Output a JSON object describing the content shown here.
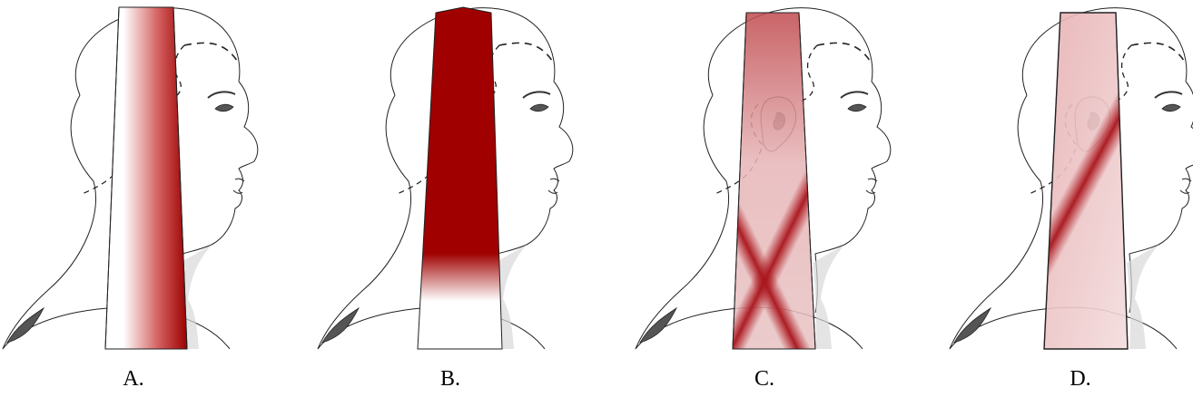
{
  "options": [
    {
      "label": "A.",
      "fill": "gradient-horizontal",
      "color": "#9b0000"
    },
    {
      "label": "B.",
      "fill": "solid-fade-bottom",
      "color": "#a00000"
    },
    {
      "label": "C.",
      "fill": "x-diagonal-bands",
      "color": "#b52025"
    },
    {
      "label": "D.",
      "fill": "single-diagonal-band",
      "color": "#b31c22"
    }
  ]
}
